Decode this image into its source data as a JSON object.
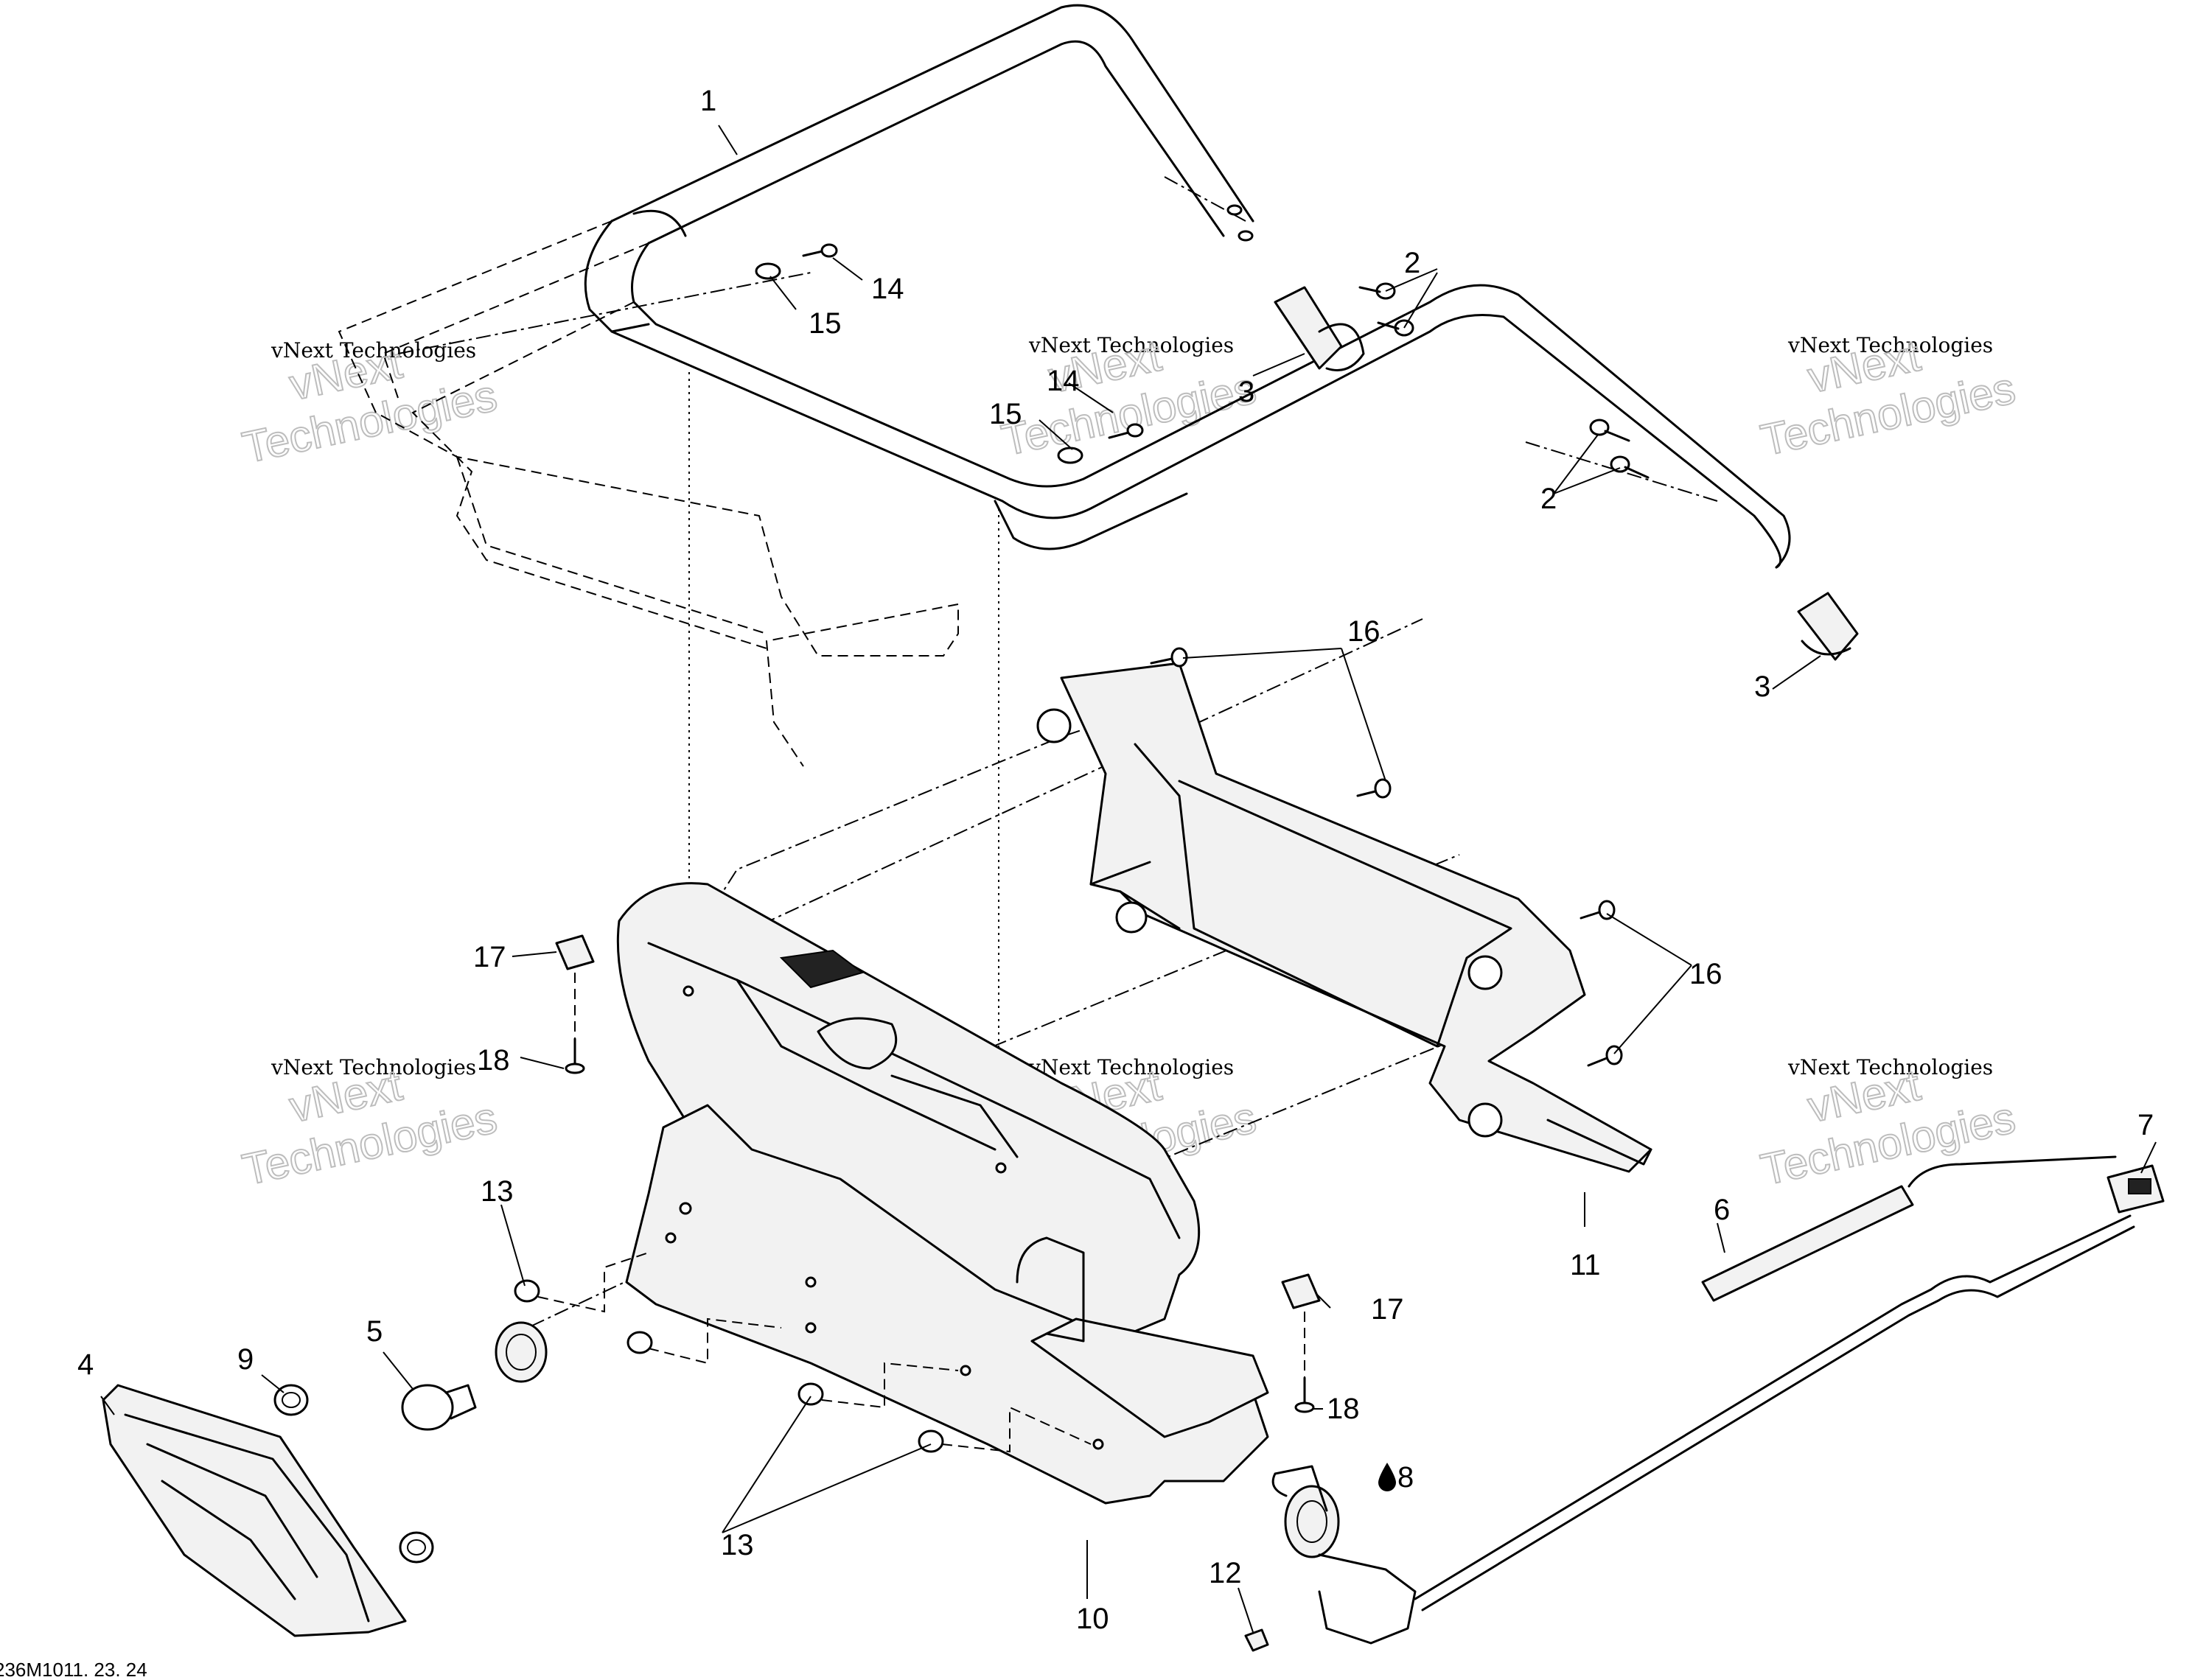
{
  "diagram": {
    "code": "236M1011. 23. 24",
    "watermark_small": "vNext Technologies",
    "watermark_large": "vNext\nTechnologies",
    "callouts": {
      "c1": "1",
      "c2a": "2",
      "c2b": "2",
      "c3a": "3",
      "c3b": "3",
      "c4": "4",
      "c5": "5",
      "c6": "6",
      "c7": "7",
      "c8": "8",
      "c9": "9",
      "c10": "10",
      "c11": "11",
      "c12": "12",
      "c13a": "13",
      "c13b": "13",
      "c14a": "14",
      "c14b": "14",
      "c15a": "15",
      "c15b": "15",
      "c16a": "16",
      "c16b": "16",
      "c17a": "17",
      "c17b": "17",
      "c18a": "18",
      "c18b": "18"
    },
    "icons": {
      "adhesive": "drop-icon"
    }
  }
}
